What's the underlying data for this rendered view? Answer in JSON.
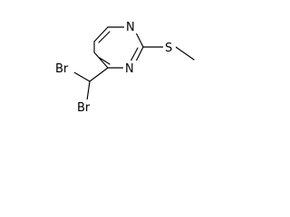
{
  "molecule": {
    "atoms": {
      "n_top": "N",
      "n_bottom": "N",
      "sulfur": "S",
      "br_left": "Br",
      "br_bottom": "Br"
    },
    "colors": {
      "bond": "#000000",
      "label": "#000000",
      "background": "#ffffff"
    }
  }
}
